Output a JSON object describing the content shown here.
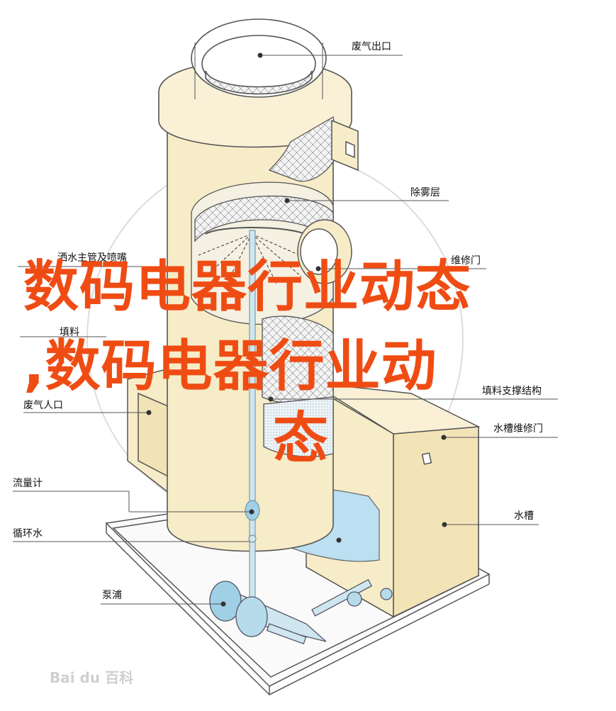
{
  "diagram": {
    "labels": {
      "exhaust_outlet": "废气出口",
      "demister_layer": "除雾层",
      "spray_pipe": "洒水主管及喷嘴",
      "manhole": "维修门",
      "packing": "填料",
      "packing_support": "填料支撑结构",
      "exhaust_inlet": "废气人口",
      "tank_door": "水槽维修门",
      "flowmeter": "流量计",
      "water_tank": "水槽",
      "circulating_water": "循环水",
      "pump": "泵浦"
    }
  },
  "overlay": {
    "title_line1": "数码电器行业动态",
    "title_line2": ",数码电器行业动",
    "title_line3": "态"
  },
  "watermark": {
    "text": "Bai du 百科"
  },
  "colors": {
    "tower": "#f7ecc8",
    "tower_stroke": "#555555",
    "water": "#bcdff2",
    "title": "#ef4c14"
  }
}
